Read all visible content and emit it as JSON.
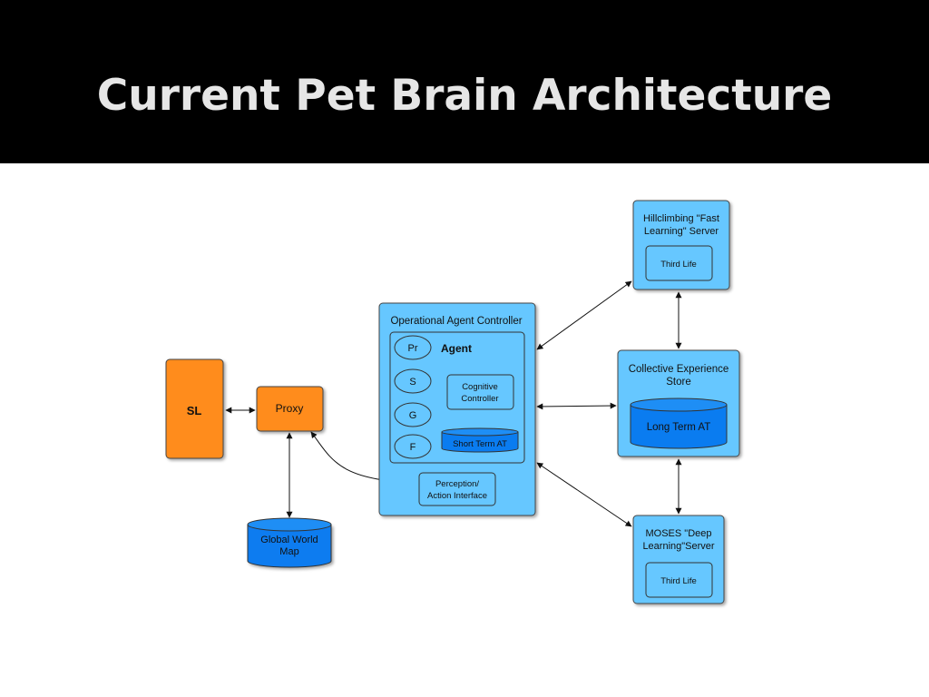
{
  "slide": {
    "title": "Current Pet Brain Architecture"
  },
  "colors": {
    "orange": "#ff8c1a",
    "light_blue": "#66c7ff",
    "dark_blue": "#0a7cf0",
    "title_bar": "#000000",
    "title_text": "#e6e6e6"
  },
  "nodes": {
    "sl": "SL",
    "proxy": "Proxy",
    "global_world_map": [
      "Global World",
      "Map"
    ],
    "oac": {
      "title": "Operational Agent Controller",
      "agent": "Agent",
      "circles": [
        "Pr",
        "S",
        "G",
        "F"
      ],
      "cognitive_controller": [
        "Cognitive",
        "Controller"
      ],
      "short_term_at": "Short Term AT",
      "perception_interface": [
        "Perception/",
        "Action Interface"
      ]
    },
    "hillclimbing": {
      "title": [
        "Hillclimbing \"Fast",
        "Learning\" Server"
      ],
      "inner": "Third Life"
    },
    "collective": {
      "title": [
        "Collective Experience",
        "Store"
      ],
      "inner": "Long Term AT"
    },
    "moses": {
      "title": [
        "MOSES \"Deep",
        "Learning\"Server"
      ],
      "inner": "Third Life"
    }
  }
}
